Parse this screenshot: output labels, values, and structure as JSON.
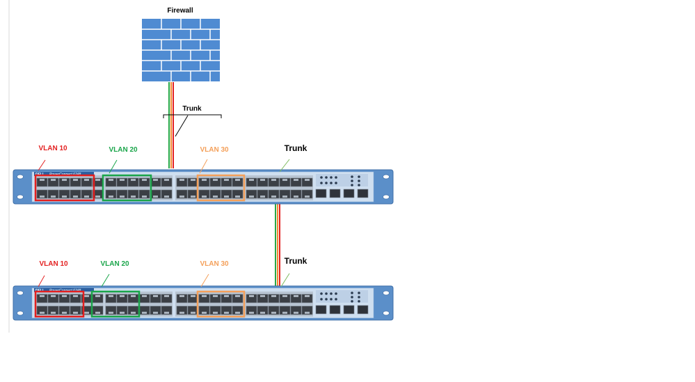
{
  "firewall": {
    "label": "Firewall"
  },
  "uplink": {
    "label": "Trunk"
  },
  "switches": [
    {
      "model": "PowerConnect 6248",
      "brand": "DELL",
      "labels": {
        "vlan10": "VLAN 10",
        "vlan20": "VLAN 20",
        "vlan30": "VLAN 30",
        "trunk": "Trunk"
      }
    },
    {
      "model": "PowerConnect 6248",
      "brand": "DELL",
      "labels": {
        "vlan10": "VLAN 10",
        "vlan20": "VLAN 20",
        "vlan30": "VLAN 30",
        "trunk": "Trunk"
      }
    }
  ],
  "colors": {
    "vlan10": "#e32020",
    "vlan20": "#1aa54a",
    "vlan30": "#f4a05a",
    "trunk_label_line": "#7dba5c",
    "chassis": "#5b8fc9",
    "firewall_brick": "#4f8bd2",
    "cable_red": "#e32020",
    "cable_green": "#29a845",
    "cable_orange": "#f08a30"
  }
}
